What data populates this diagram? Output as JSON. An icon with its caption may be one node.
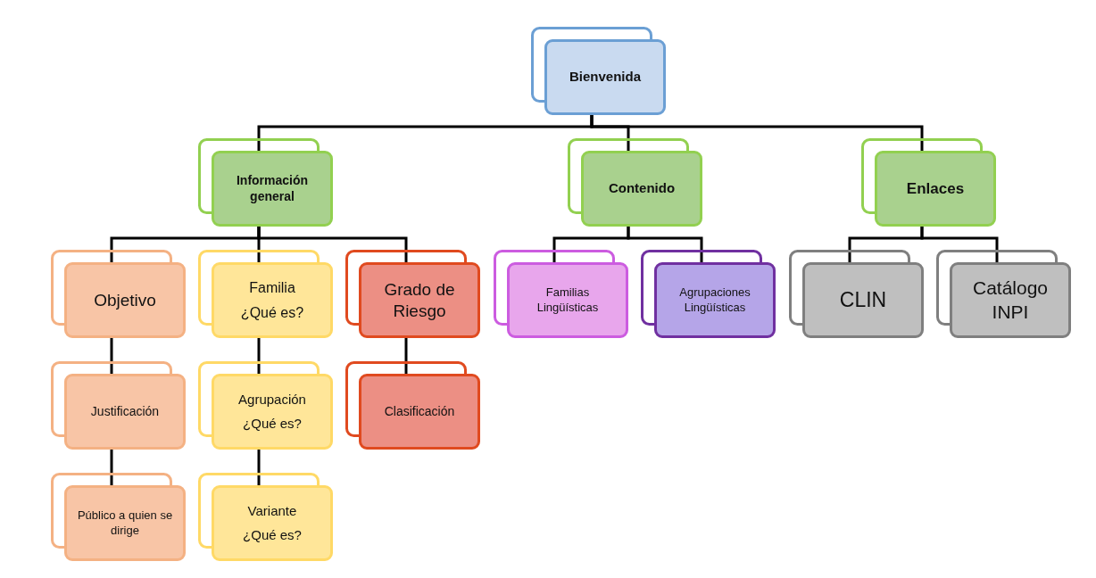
{
  "diagram": {
    "nodes": [
      {
        "text": [
          "Bienvenida"
        ]
      },
      {
        "text": [
          "Información general"
        ]
      },
      {
        "text": [
          "Contenido"
        ]
      },
      {
        "text": [
          "Enlaces"
        ]
      },
      {
        "text": [
          "Objetivo"
        ]
      },
      {
        "text": [
          "Familia",
          "¿Qué es?"
        ]
      },
      {
        "text": [
          "Grado de Riesgo"
        ]
      },
      {
        "text": [
          "Familias Lingüísticas"
        ]
      },
      {
        "text": [
          "Agrupaciones Lingüísticas"
        ]
      },
      {
        "text": [
          "CLIN"
        ]
      },
      {
        "text": [
          "Catálogo INPI"
        ]
      },
      {
        "text": [
          "Justificación"
        ]
      },
      {
        "text": [
          "Agrupación",
          "¿Qué es?"
        ]
      },
      {
        "text": [
          "Clasificación"
        ]
      },
      {
        "text": [
          "Público a quien se dirige"
        ]
      },
      {
        "text": [
          "Variante",
          "¿Qué es?"
        ]
      }
    ],
    "edges": [
      {
        "from": 0,
        "to": 1,
        "arrow": "none"
      },
      {
        "from": 0,
        "to": 2,
        "arrow": "none"
      },
      {
        "from": 0,
        "to": 3,
        "arrow": "none"
      },
      {
        "from": 1,
        "to": 4,
        "arrow": "none"
      },
      {
        "from": 1,
        "to": 5,
        "arrow": "none"
      },
      {
        "from": 1,
        "to": 6,
        "arrow": "none"
      },
      {
        "from": 2,
        "to": 7,
        "arrow": "none"
      },
      {
        "from": 2,
        "to": 8,
        "arrow": "none"
      },
      {
        "from": 3,
        "to": 9,
        "arrow": "none"
      },
      {
        "from": 3,
        "to": 10,
        "arrow": "none"
      },
      {
        "from": 4,
        "to": 11,
        "arrow": "none"
      },
      {
        "from": 11,
        "to": 14,
        "arrow": "none"
      },
      {
        "from": 5,
        "to": 12,
        "arrow": "none"
      },
      {
        "from": 12,
        "to": 15,
        "arrow": "none"
      },
      {
        "from": 6,
        "to": 13,
        "arrow": "none"
      }
    ]
  }
}
